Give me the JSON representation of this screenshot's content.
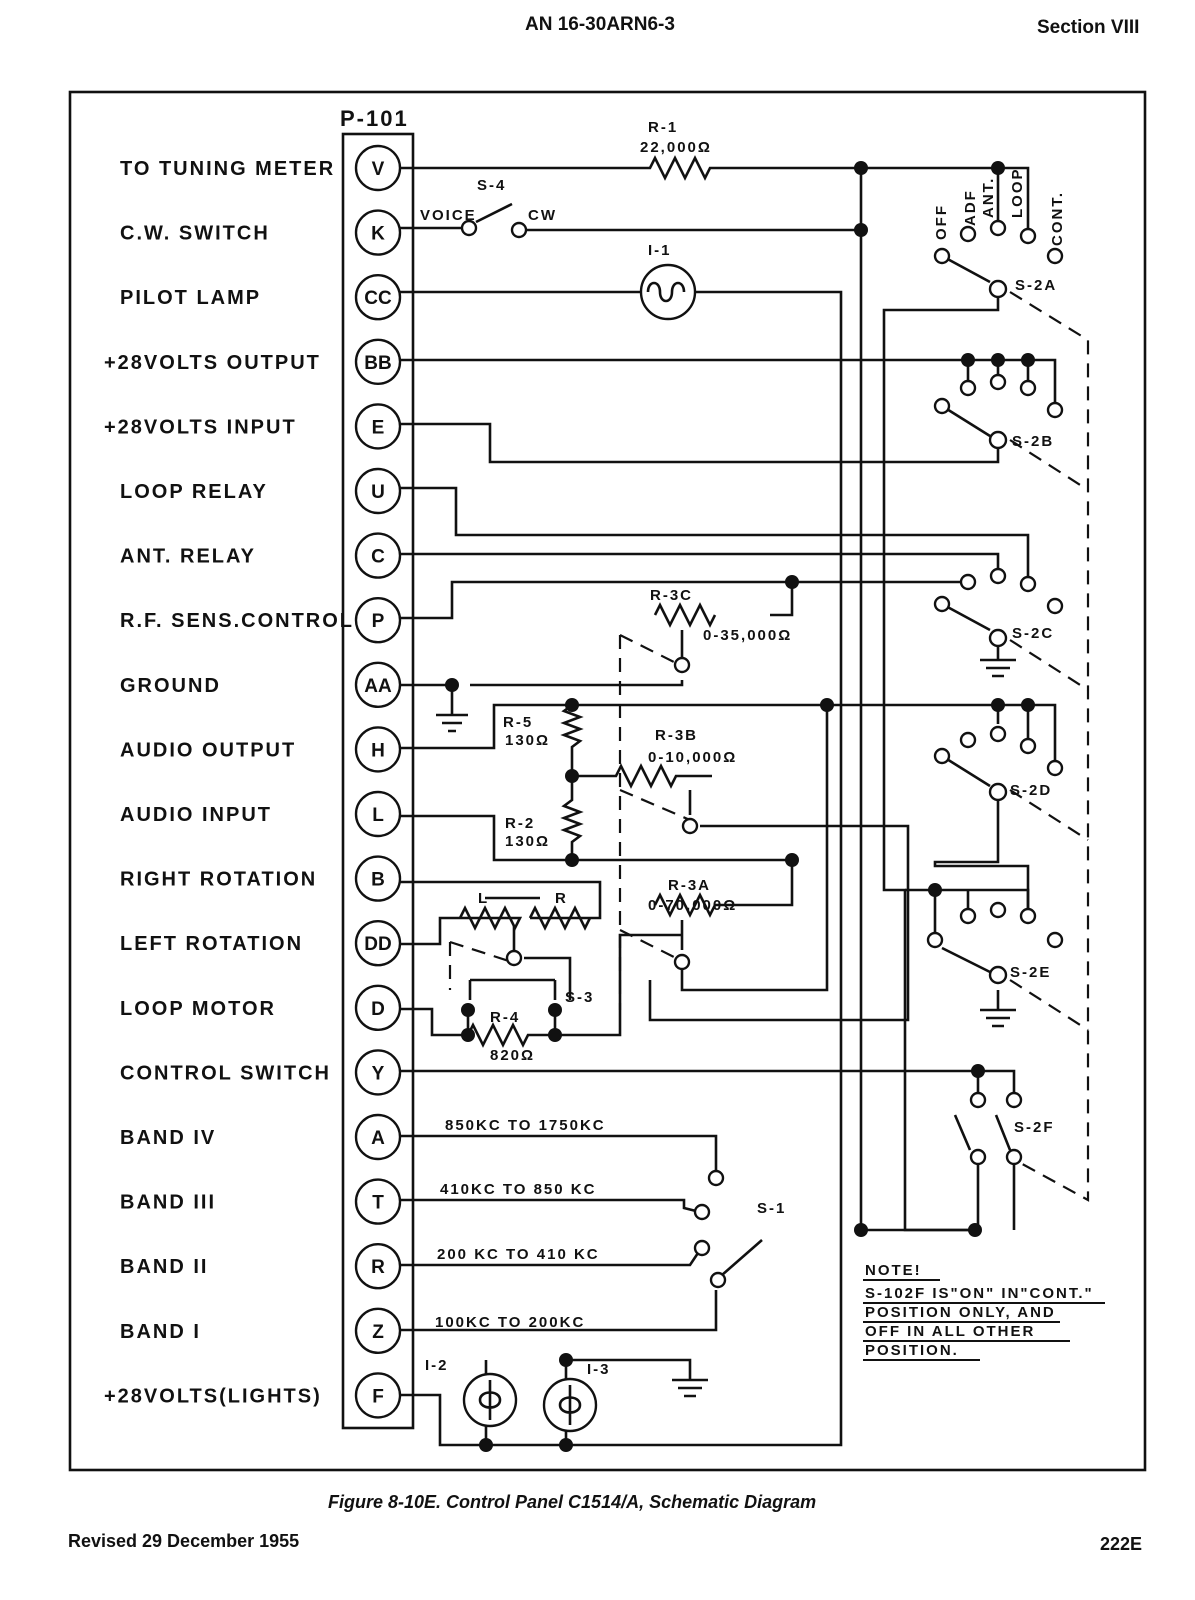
{
  "header": {
    "doc_number": "AN 16-30ARN6-3",
    "section": "Section VIII"
  },
  "connector": {
    "name": "P-101"
  },
  "pins": [
    {
      "pin": "V",
      "label": "TO TUNING METER"
    },
    {
      "pin": "K",
      "label": "C.W. SWITCH"
    },
    {
      "pin": "CC",
      "label": "PILOT LAMP"
    },
    {
      "pin": "BB",
      "label": "+28VOLTS OUTPUT"
    },
    {
      "pin": "E",
      "label": "+28VOLTS INPUT"
    },
    {
      "pin": "U",
      "label": "LOOP RELAY"
    },
    {
      "pin": "C",
      "label": "ANT. RELAY"
    },
    {
      "pin": "P",
      "label": "R.F. SENS.CONTROL"
    },
    {
      "pin": "AA",
      "label": "GROUND"
    },
    {
      "pin": "H",
      "label": "AUDIO OUTPUT"
    },
    {
      "pin": "L",
      "label": "AUDIO INPUT"
    },
    {
      "pin": "B",
      "label": "RIGHT ROTATION"
    },
    {
      "pin": "DD",
      "label": "LEFT ROTATION"
    },
    {
      "pin": "D",
      "label": "LOOP MOTOR"
    },
    {
      "pin": "Y",
      "label": "CONTROL SWITCH"
    },
    {
      "pin": "A",
      "label": "BAND IV"
    },
    {
      "pin": "T",
      "label": "BAND III"
    },
    {
      "pin": "R",
      "label": "BAND II"
    },
    {
      "pin": "Z",
      "label": "BAND I"
    },
    {
      "pin": "F",
      "label": "+28VOLTS(LIGHTS)"
    }
  ],
  "components": {
    "r1": {
      "name": "R-1",
      "value": "22,000Ω"
    },
    "s4": {
      "name": "S-4",
      "pos1": "VOICE",
      "pos2": "CW"
    },
    "i1": {
      "name": "I-1"
    },
    "s2": {
      "a": "S-2A",
      "b": "S-2B",
      "c": "S-2C",
      "d": "S-2D",
      "e": "S-2E",
      "f": "S-2F"
    },
    "s2_positions": [
      "OFF",
      "ADF",
      "ANT.",
      "LOOP",
      "CONT."
    ],
    "r3c": {
      "name": "R-3C",
      "value": "0-35,000Ω"
    },
    "r5": {
      "name": "R-5",
      "value": "130Ω"
    },
    "r3b": {
      "name": "R-3B",
      "value": "0-10,000Ω"
    },
    "r2": {
      "name": "R-2",
      "value": "130Ω"
    },
    "r3a": {
      "name": "R-3A",
      "value": "0-70,000Ω"
    },
    "lr": {
      "left": "L",
      "right": "R"
    },
    "r4": {
      "name": "R-4",
      "value": "820Ω"
    },
    "s3": {
      "name": "S-3"
    },
    "s1": {
      "name": "S-1"
    },
    "i2": {
      "name": "I-2"
    },
    "i3": {
      "name": "I-3"
    }
  },
  "bands": [
    "850KC TO 1750KC",
    "410KC TO 850 KC",
    "200 KC TO 410 KC",
    "100KC TO 200KC"
  ],
  "note": {
    "title": "NOTE!",
    "lines": [
      "S-102F IS\"ON\" IN\"CONT.\"",
      "POSITION ONLY, AND",
      "OFF IN ALL OTHER",
      "POSITION."
    ]
  },
  "caption": "Figure 8-10E. Control Panel C1514/A, Schematic Diagram",
  "footer": {
    "revised": "Revised 29 December 1955",
    "page": "222E"
  }
}
